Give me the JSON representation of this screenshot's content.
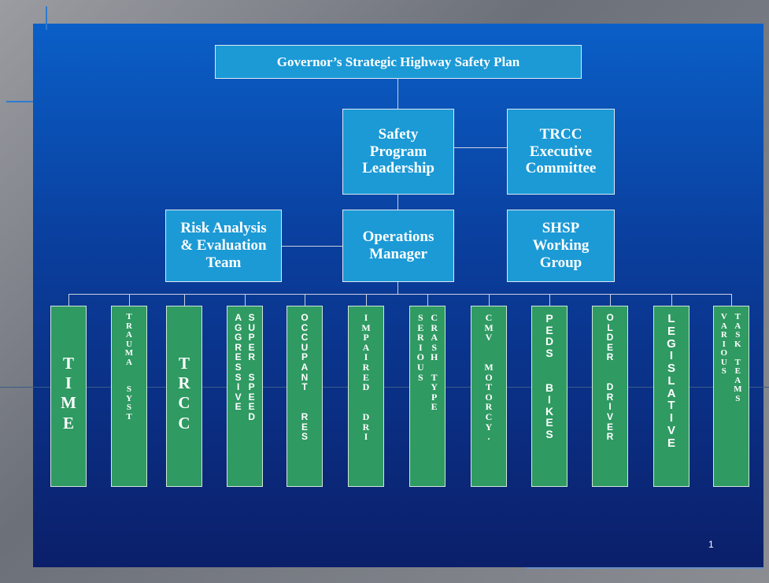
{
  "top": "Governor’s Strategic Highway Safety Plan",
  "safety": [
    "Safety",
    "Program",
    "Leadership"
  ],
  "trcc_exec": [
    "TRCC",
    "Executive",
    "Committee"
  ],
  "risk": [
    "Risk Analysis",
    "& Evaluation",
    "Team"
  ],
  "ops": [
    "Operations",
    "Manager"
  ],
  "shsp": [
    "SHSP",
    "Working",
    "Group"
  ],
  "page_number": "1",
  "teams": [
    {
      "name": "TIME",
      "cols": [
        "TIME"
      ]
    },
    {
      "name": "TRAUMA SYST",
      "cols": [
        "TRAUMA  SYST"
      ]
    },
    {
      "name": "TRCC",
      "cols": [
        "TRCC"
      ]
    },
    {
      "name": "AGGRESSIVE SUPER SPEED",
      "cols": [
        "AGGRESSIVE",
        "SUPER SPEED"
      ]
    },
    {
      "name": "OCCUPANT RES",
      "cols": [
        "OCCUPANT  RES"
      ]
    },
    {
      "name": "IMPAIRED DRI",
      "cols": [
        "IMPAIRED  DRI"
      ]
    },
    {
      "name": "SERIOUS CRASH TYPE",
      "cols": [
        "SERIOUS",
        "CRASH TYPE"
      ]
    },
    {
      "name": "CMV MOTORCY.",
      "cols": [
        "CMV  MOTORCY."
      ]
    },
    {
      "name": "PEDS BIKES",
      "cols": [
        "PEDS  BIKES"
      ]
    },
    {
      "name": "OLDER DRIVER",
      "cols": [
        "OLDER  DRIVER"
      ]
    },
    {
      "name": "LEGISLATIVE",
      "cols": [
        "LEGISLATIVE"
      ]
    },
    {
      "name": "VARIOUS TASK TEAMS",
      "cols": [
        "VARIOUS",
        "TASK TEAMS"
      ]
    }
  ]
}
